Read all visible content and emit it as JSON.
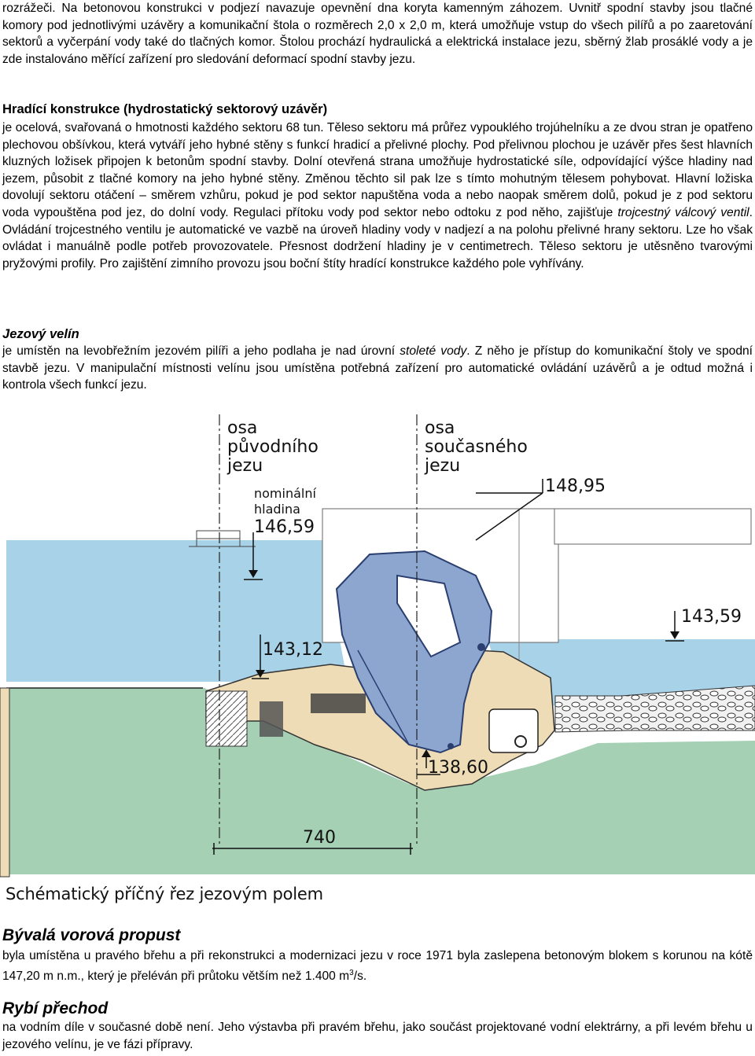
{
  "intro": {
    "text": "rozrážeči. Na betonovou konstrukci v podjezí navazuje opevnění dna koryta kamenným záhozem. Uvnitř spodní stavby jsou tlačné komory pod jednotlivými uzávěry a komunikační štola o rozměrech 2,0 x 2,0 m, která umožňuje vstup do všech pilířů a po zaaretování sektorů a vyčerpání vody také do tlačných komor. Štolou prochází hydraulická a elektrická instalace jezu, sběrný žlab prosáklé vody a je zde instalováno měřící zařízení pro sledování deformací spodní stavby jezu."
  },
  "section_gate": {
    "heading": "Hradící konstrukce (hydrostatický sektorový uzávěr)",
    "text_1": "je ocelová, svařovaná o hmotnosti každého sektoru 68 tun. Těleso sektoru má průřez vypouklého trojúhelníku a ze dvou stran je opatřeno plechovou obšívkou, která vytváří jeho hybné stěny s funkcí hradicí a přelivné plochy. Pod přelivnou plochou je uzávěr přes šest hlavních kluzných ložisek připojen k betonům spodní stavby. Dolní otevřená strana umožňuje hydrostatické síle, odpovídající výšce hladiny nad jezem, působit z tlačné komory na jeho hybné stěny. Změnou těchto sil pak lze s tímto mohutným tělesem pohybovat. Hlavní ložiska dovolují sektoru otáčení – směrem vzhůru, pokud je pod sektor napuštěna voda a nebo naopak směrem dolů, pokud je z pod sektoru voda vypouštěna pod jez, do dolní vody. Regulaci přítoku vody pod sektor nebo odtoku z pod něho, zajišťuje ",
    "valve": "trojcestný válcový ventil",
    "text_2": ". Ovládání trojcestného ventilu je automatické ve vazbě na úroveň hladiny vody v nadjezí a na polohu přelivné hrany sektoru. Lze ho však ovládat i manuálně podle potřeb provozovatele. Přesnost dodržení hladiny je v centimetrech. Těleso sektoru je utěsněno tvarovými pryžovými profily. Pro zajištění zimního provozu jsou boční štíty hradící konstrukce každého pole vyhřívány."
  },
  "section_control": {
    "heading": "Jezový velín",
    "text_1": "je umístěn na levobřežním jezovém pilíři a jeho podlaha je nad úrovní ",
    "water": "stoleté vody",
    "text_2": ". Z něho je přístup do komunikační štoly ve spodní stavbě jezu. V manipulační místnosti velínu jsou umístěna potřebná zařízení pro automatické ovládání uzávěrů a je odtud možná i kontrola všech funkcí jezu."
  },
  "figure": {
    "label_old_axis": [
      "osa",
      "původního",
      "jezu"
    ],
    "label_new_axis": [
      "osa",
      "současného",
      "jezu"
    ],
    "label_nominal": [
      "nominální",
      "hladina"
    ],
    "level_nominal": "146,59",
    "level_top": "148,95",
    "level_down": "143,59",
    "level_up": "143,12",
    "level_bottom": "138,60",
    "dimension": "740",
    "caption": "Schématický příčný řez jezovým polem",
    "colors": {
      "water": "#a8d2e8",
      "ground": "#a5d0b4",
      "concrete": "#eedcb6",
      "gate": "#8da6d0"
    }
  },
  "section_sluice": {
    "heading": "Bývalá vorová propust",
    "text_1": "byla umístěna u pravého břehu a při rekonstrukci a modernizaci jezu v roce 1971 byla zaslepena betonovým blokem s korunou na kótě 147,20 m n.m., který je přeléván při průtoku větším než 1.400 m",
    "sup": "3",
    "text_2": "/s."
  },
  "section_fish": {
    "heading": "Rybí přechod",
    "text": "na vodním díle v současné době není. Jeho výstavba při pravém břehu, jako součást projektované vodní elektrárny, a při levém břehu u jezového velínu, je ve fázi přípravy."
  }
}
